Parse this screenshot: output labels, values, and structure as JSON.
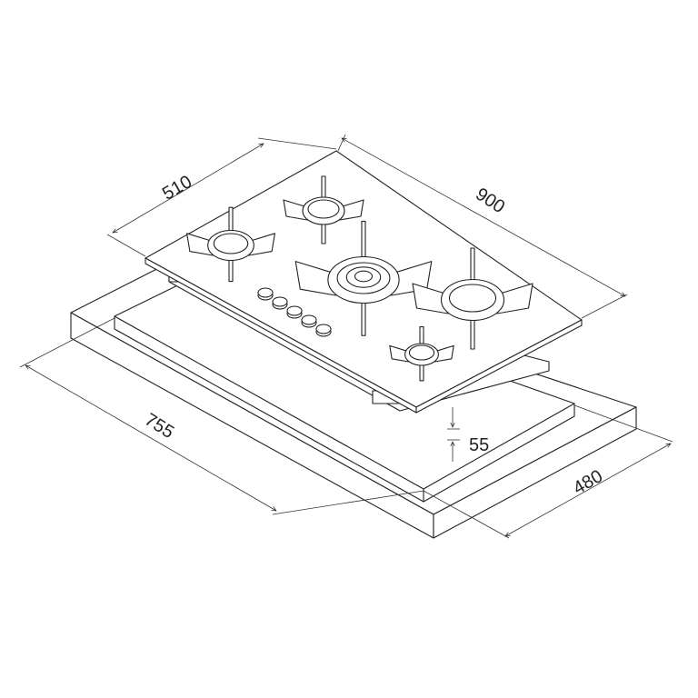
{
  "dimensions": {
    "glass_width": "900",
    "glass_depth": "510",
    "cutout_width": "755",
    "cutout_depth": "480",
    "height": "55"
  },
  "burners": [
    {
      "name": "rear-left",
      "size": "small"
    },
    {
      "name": "rear-middle",
      "size": "small"
    },
    {
      "name": "center",
      "size": "wok"
    },
    {
      "name": "right",
      "size": "large"
    },
    {
      "name": "front-right",
      "size": "auxiliary"
    }
  ],
  "knob_count": 5,
  "colors": {
    "line": "#222222",
    "background": "#ffffff"
  }
}
